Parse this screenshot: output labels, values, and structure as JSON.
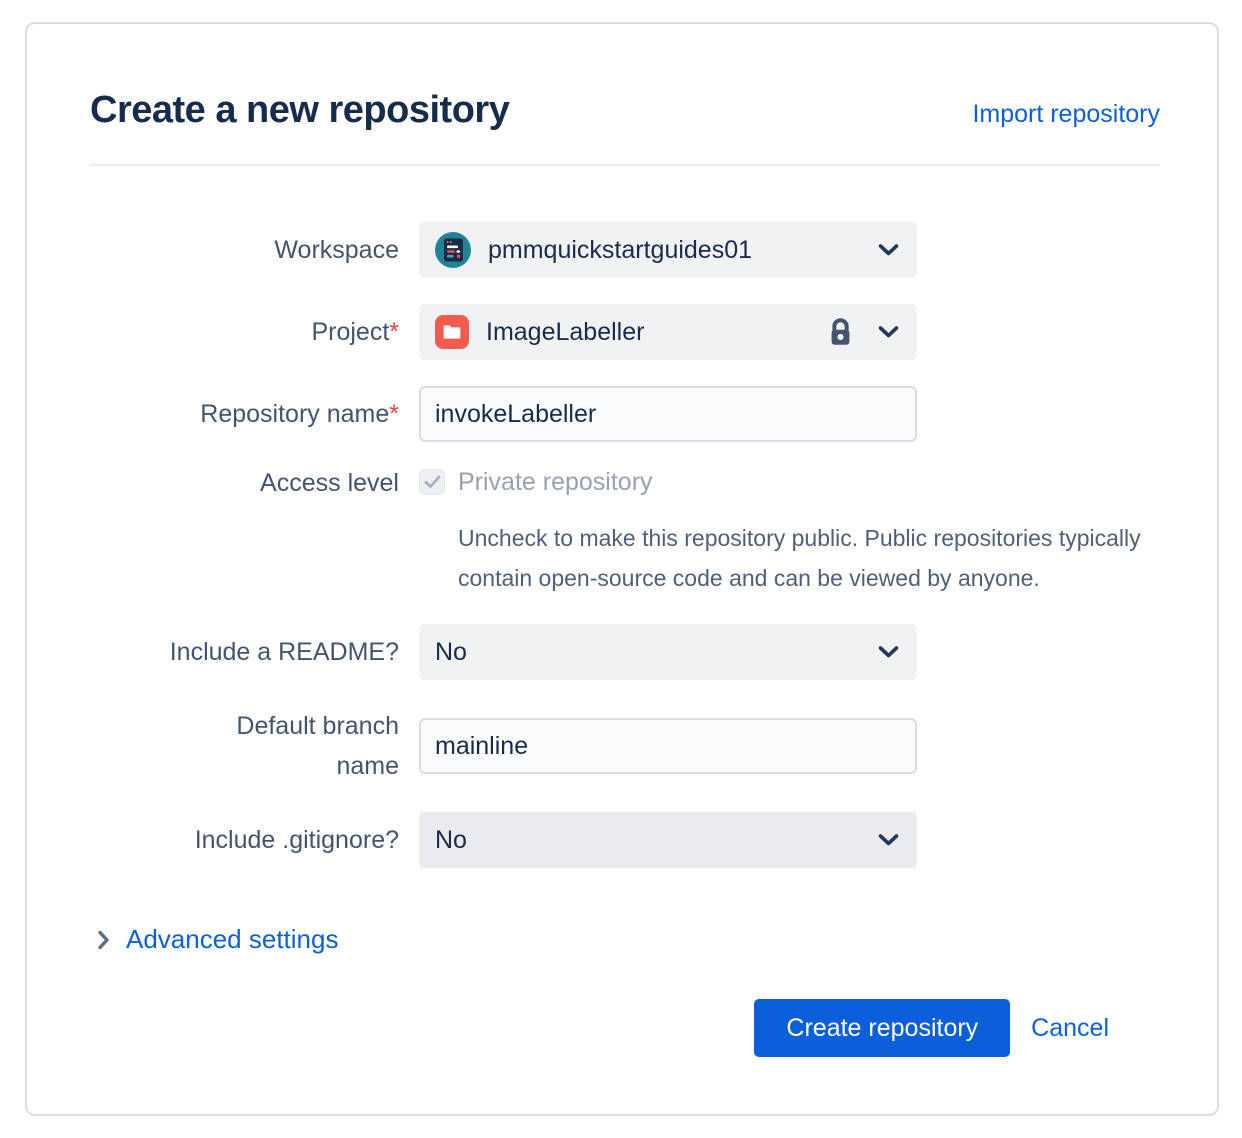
{
  "header": {
    "title": "Create a new repository",
    "import_link": "Import repository"
  },
  "form": {
    "workspace": {
      "label": "Workspace",
      "value": "pmmquickstartguides01"
    },
    "project": {
      "label": "Project",
      "required": "*",
      "value": "ImageLabeller"
    },
    "repository_name": {
      "label": "Repository name",
      "required": "*",
      "value": "invokeLabeller"
    },
    "access_level": {
      "label": "Access level",
      "checkbox_label": "Private repository",
      "checked": true,
      "help": "Uncheck to make this repository public. Public repositories typically contain open-source code and can be viewed by anyone."
    },
    "readme": {
      "label": "Include a README?",
      "value": "No"
    },
    "default_branch": {
      "label": "Default branch name",
      "value": "mainline"
    },
    "gitignore": {
      "label": "Include .gitignore?",
      "value": "No"
    }
  },
  "advanced": {
    "label": "Advanced settings"
  },
  "actions": {
    "create": "Create repository",
    "cancel": "Cancel"
  },
  "icons": {
    "workspace_avatar": "teal-circle-workspace-avatar",
    "project_folder": "red-folder-icon",
    "lock": "lock-icon",
    "chevron_down": "⌄",
    "chevron_right": "›",
    "checkbox_check": "✓"
  },
  "colors": {
    "accent_blue": "#0C5FDB",
    "title_navy": "#172B4D",
    "label_slate": "#44546F",
    "required_red": "#E2483D",
    "folder_red": "#F15B50",
    "avatar_teal": "#1F8595",
    "field_gray": "#F1F2F4"
  }
}
